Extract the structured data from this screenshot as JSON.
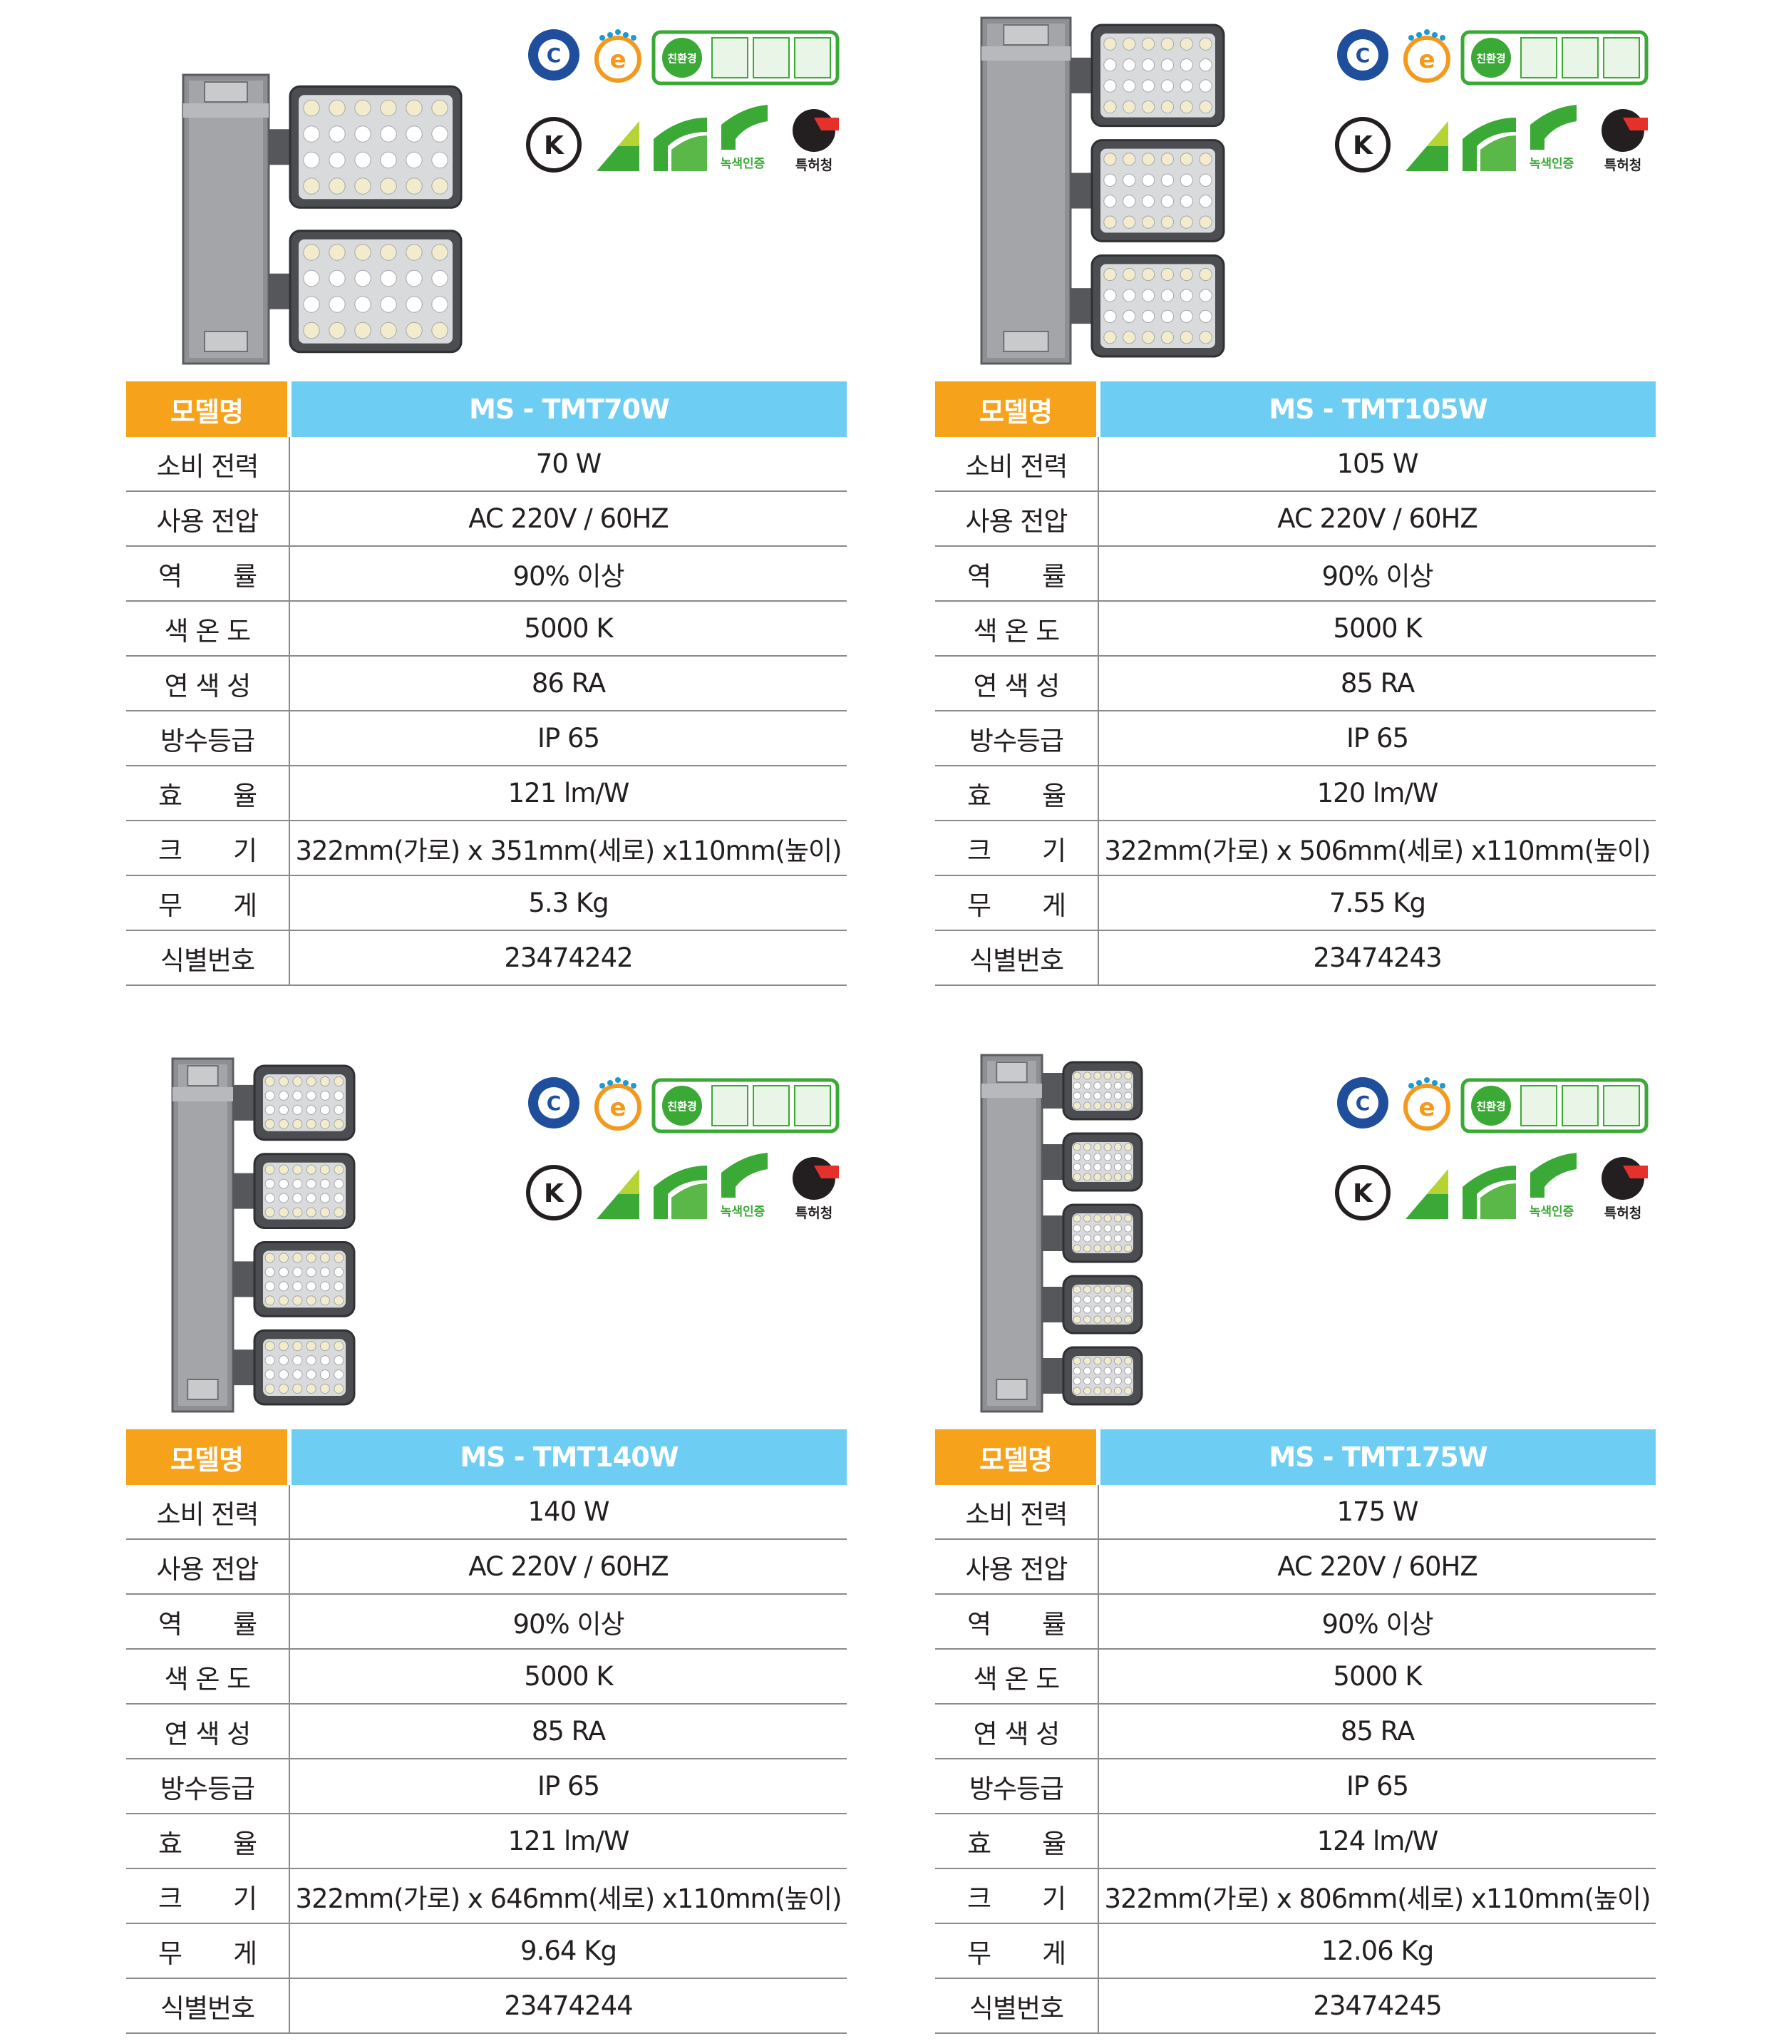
{
  "labels": {
    "model": "모델명",
    "power": "소비 전력",
    "voltage": "사용 전압",
    "pf": "역　　률",
    "cct": "색 온 도",
    "cri": "연 색 성",
    "ip": "방수등급",
    "efficacy": "효　　율",
    "size": "크　　기",
    "weight": "무　　게",
    "id": "식별번호"
  },
  "cert_logos": {
    "row1": [
      "quality-seal-icon",
      "e-mark-icon",
      "eco-label-icon"
    ],
    "row2": [
      "kc-mark-icon",
      "triangle-leaf-icon",
      "leaf-icon",
      "green-cert-icon",
      "patent-icon"
    ],
    "texts": {
      "eco": "친환경",
      "green": "녹색인증",
      "patent": "특허청"
    }
  },
  "colors": {
    "label_header": "#f7a21b",
    "value_header": "#6dcdf3",
    "rule": "#8a8a8a",
    "green": "#3aa935",
    "blue": "#1f4e9c"
  },
  "products": [
    {
      "lamp_count": 2,
      "model": "MS - TMT70W",
      "power": "70 W",
      "voltage": "AC 220V / 60HZ",
      "pf": "90% 이상",
      "cct": "5000 K",
      "cri": "86 RA",
      "ip": "IP 65",
      "efficacy": "121 lm/W",
      "size": "322mm(가로) x 351mm(세로) x110mm(높이)",
      "weight": "5.3 Kg",
      "id": "23474242"
    },
    {
      "lamp_count": 3,
      "model": "MS - TMT105W",
      "power": "105 W",
      "voltage": "AC 220V / 60HZ",
      "pf": "90% 이상",
      "cct": "5000 K",
      "cri": "85 RA",
      "ip": "IP 65",
      "efficacy": "120 lm/W",
      "size": "322mm(가로) x 506mm(세로) x110mm(높이)",
      "weight": "7.55 Kg",
      "id": "23474243"
    },
    {
      "lamp_count": 4,
      "model": "MS - TMT140W",
      "power": "140 W",
      "voltage": "AC 220V / 60HZ",
      "pf": "90% 이상",
      "cct": "5000 K",
      "cri": "85 RA",
      "ip": "IP 65",
      "efficacy": "121 lm/W",
      "size": "322mm(가로) x 646mm(세로) x110mm(높이)",
      "weight": "9.64 Kg",
      "id": "23474244"
    },
    {
      "lamp_count": 5,
      "model": "MS - TMT175W",
      "power": "175 W",
      "voltage": "AC 220V / 60HZ",
      "pf": "90% 이상",
      "cct": "5000 K",
      "cri": "85 RA",
      "ip": "IP 65",
      "efficacy": "124 lm/W",
      "size": "322mm(가로) x 806mm(세로) x110mm(높이)",
      "weight": "12.06 Kg",
      "id": "23474245"
    }
  ]
}
